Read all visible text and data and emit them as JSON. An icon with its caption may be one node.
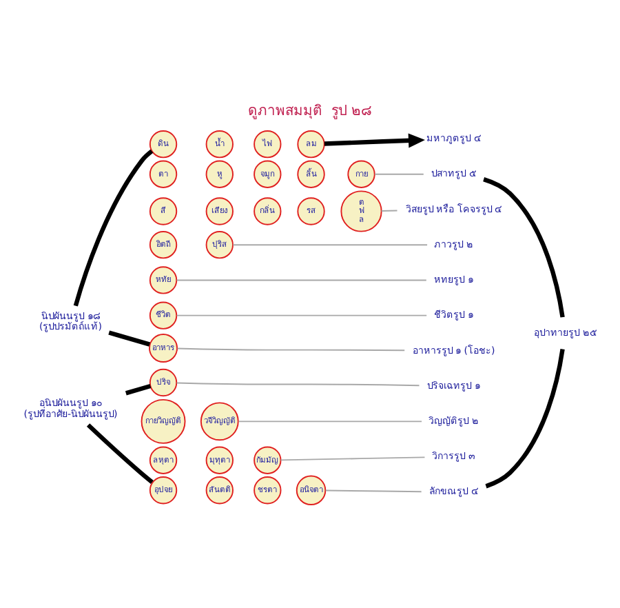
{
  "diagram": {
    "title": "ดูภาพสมมุติ  รูป ๒๘",
    "nodes": [
      {
        "text": [
          "นิปผันนรูป ๑๘",
          "(รูปปรมัตถ์แท้)"
        ]
      },
      {
        "text": [
          "ดิน"
        ]
      },
      {
        "text": [
          "น้ำ"
        ]
      },
      {
        "text": [
          "ไฟ"
        ]
      },
      {
        "text": [
          "ลม"
        ]
      },
      {
        "text": [
          "มหาภูตรูป ๔"
        ]
      },
      {
        "text": [
          "ตา"
        ]
      },
      {
        "text": [
          "หู"
        ]
      },
      {
        "text": [
          "จมูก"
        ]
      },
      {
        "text": [
          "ลิ้น"
        ]
      },
      {
        "text": [
          "กาย"
        ]
      },
      {
        "text": [
          "ปสาทรูป ๕"
        ]
      },
      {
        "text": [
          "สี"
        ]
      },
      {
        "text": [
          "เสียง"
        ]
      },
      {
        "text": [
          "กลิ่น"
        ]
      },
      {
        "text": [
          "รส"
        ]
      },
      {
        "text": [
          "ต",
          "ฟ",
          "ล"
        ]
      },
      {
        "text": [
          "วิสยรูป หรือ โคจรรูป ๔"
        ]
      },
      {
        "text": [
          "อิตถี"
        ]
      },
      {
        "text": [
          "ปุริส"
        ]
      },
      {
        "text": [
          "ภาวรูป ๒"
        ]
      },
      {
        "text": [
          "หทัย"
        ]
      },
      {
        "text": [
          "หทยรูป ๑"
        ]
      },
      {
        "text": [
          "ชีวิต"
        ]
      },
      {
        "text": [
          "ชีวิตรูป ๑"
        ]
      },
      {
        "text": [
          "อาหาร"
        ]
      },
      {
        "text": [
          "อาหารรูป ๑ (โอชะ)"
        ]
      },
      {
        "text": [
          "อุปาทายรูป ๒๕"
        ]
      },
      {
        "text": [
          "อนิปผันนรูป ๑๐",
          "(รูปที่อาศัย-นิปผันนรูป)"
        ]
      },
      {
        "text": [
          "ปริจ"
        ]
      },
      {
        "text": [
          "ปริจเฉทรูป ๑"
        ]
      },
      {
        "text": [
          "กายวิญญัติ"
        ]
      },
      {
        "text": [
          "วจีวิญญัติ"
        ]
      },
      {
        "text": [
          "วิญญัติรูป ๒"
        ]
      },
      {
        "text": [
          "ลหุตา"
        ]
      },
      {
        "text": [
          "มุทุตา"
        ]
      },
      {
        "text": [
          "กัมมัญ"
        ]
      },
      {
        "text": [
          "วิการรูป ๓"
        ]
      },
      {
        "text": [
          "อุปจย"
        ]
      },
      {
        "text": [
          "สันตติ"
        ]
      },
      {
        "text": [
          "ชรตา"
        ]
      },
      {
        "text": [
          "อนิจตา"
        ]
      },
      {
        "text": [
          "ลักขณรูป ๔"
        ]
      }
    ],
    "edges": [
      {
        "from": 0,
        "to": 1,
        "arrow": "none",
        "style": "thick",
        "color": "#000000"
      },
      {
        "from": 0,
        "to": 25,
        "arrow": "none",
        "style": "thick",
        "color": "#000000"
      },
      {
        "from": 4,
        "to": 5,
        "arrow": "to",
        "style": "thick",
        "color": "#000000"
      },
      {
        "from": 10,
        "to": 11,
        "arrow": "none"
      },
      {
        "from": 16,
        "to": 17,
        "arrow": "none"
      },
      {
        "from": 19,
        "to": 20,
        "arrow": "none"
      },
      {
        "from": 21,
        "to": 22,
        "arrow": "none"
      },
      {
        "from": 23,
        "to": 24,
        "arrow": "none"
      },
      {
        "from": 25,
        "to": 26,
        "arrow": "none"
      },
      {
        "from": 11,
        "to": 27,
        "arrow": "none",
        "style": "thick",
        "color": "#000000"
      },
      {
        "from": 28,
        "to": 29,
        "arrow": "none",
        "style": "thick",
        "color": "#000000"
      },
      {
        "from": 28,
        "to": 38,
        "arrow": "none",
        "style": "thick",
        "color": "#000000"
      },
      {
        "from": 29,
        "to": 30,
        "arrow": "none"
      },
      {
        "from": 32,
        "to": 33,
        "arrow": "none"
      },
      {
        "from": 36,
        "to": 37,
        "arrow": "none"
      },
      {
        "from": 41,
        "to": 42,
        "arrow": "none"
      },
      {
        "from": 42,
        "to": 27,
        "arrow": "none",
        "style": "thick",
        "color": "#000000"
      }
    ]
  }
}
